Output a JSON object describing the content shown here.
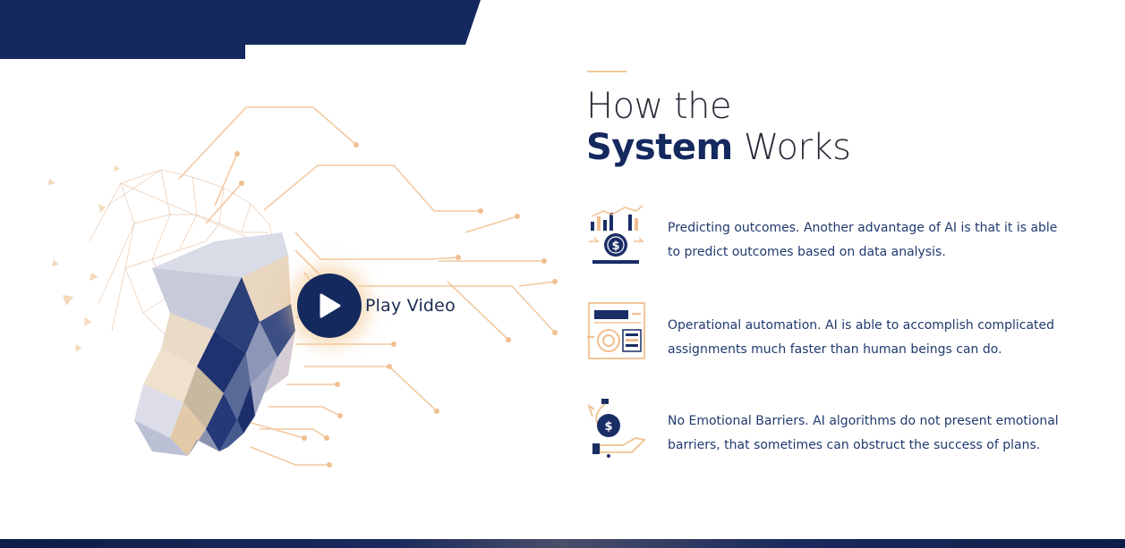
{
  "heading": {
    "line1": "How the",
    "line2_bold": "System",
    "line2_light": " Works"
  },
  "video": {
    "label": "Play Video"
  },
  "features": [
    {
      "icon": "chart-dollar-icon",
      "text": "Predicting outcomes. Another advantage of AI is that it is able to predict outcomes based on data analysis."
    },
    {
      "icon": "automation-dashboard-icon",
      "text": "Operational automation. AI is able to accomplish complicated assignments much faster than human beings can do."
    },
    {
      "icon": "money-hand-icon",
      "text": "No Emotional Barriers. AI algorithms do not present emotional barriers, that sometimes can obstruct the success of plans."
    }
  ],
  "colors": {
    "navy": "#14295e",
    "accent": "#f0c9a0",
    "text": "#1f3a6e"
  }
}
